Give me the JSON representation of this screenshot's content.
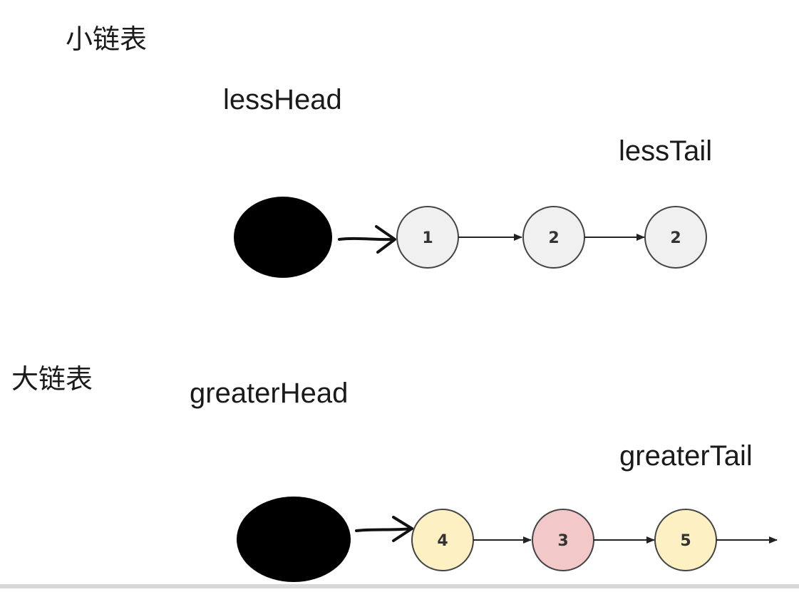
{
  "less": {
    "title": "小链表",
    "head_label": "lessHead",
    "tail_label": "lessTail",
    "nodes": [
      {
        "value": "1",
        "fill": "#f0f0f0"
      },
      {
        "value": "2",
        "fill": "#f0f0f0"
      },
      {
        "value": "2",
        "fill": "#f0f0f0"
      }
    ]
  },
  "greater": {
    "title": "大链表",
    "head_label": "greaterHead",
    "tail_label": "greaterTail",
    "nodes": [
      {
        "value": "4",
        "fill": "#fdf0c2"
      },
      {
        "value": "3",
        "fill": "#f2c8c8"
      },
      {
        "value": "5",
        "fill": "#fdf0c2"
      }
    ]
  },
  "colors": {
    "sentinel": "#000000",
    "node_stroke": "#444444",
    "arrow": "#222222"
  }
}
